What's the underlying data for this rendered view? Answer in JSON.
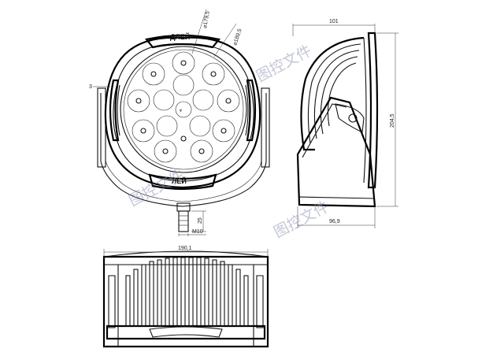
{
  "dimensions": {
    "lens_diameter_1": "⌀179,5",
    "lens_diameter_2": "⌀189,5",
    "side_offset": "3",
    "depth_overall": "101",
    "height_overall": "204,5",
    "depth_base": "96,9",
    "stud_length": "25",
    "stud_thread": "M10",
    "width_overall": "190,1"
  },
  "logo": {
    "top": "ДЛЕЙ",
    "bottom": "ЛЕЙ"
  },
  "watermark": {
    "line1": "图控文件",
    "line2": "图控文件",
    "line3": "图控文件"
  },
  "colors": {
    "line": "#111111",
    "watermark": "#8a8fb0",
    "background": "#ffffff"
  }
}
